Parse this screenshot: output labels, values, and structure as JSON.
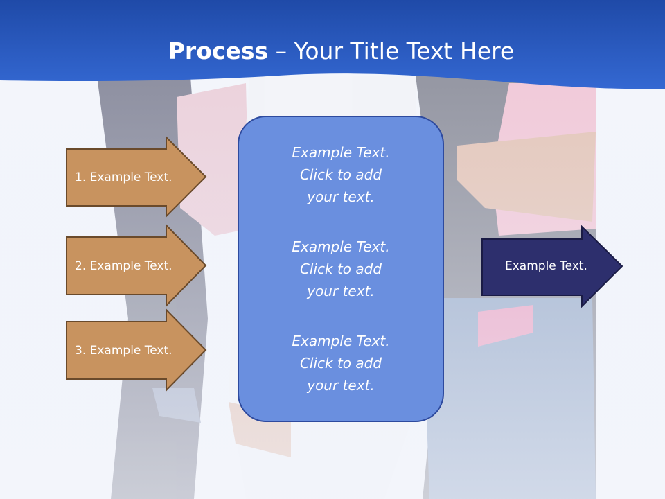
{
  "slide": {
    "title": {
      "bold": "Process",
      "rest": " – Your Title Text Here"
    },
    "left_arrows": [
      {
        "label": "1. Example Text."
      },
      {
        "label": "2. Example Text."
      },
      {
        "label": "3. Example Text."
      }
    ],
    "center_items": [
      {
        "text": "Example Text.\nClick  to add\nyour text."
      },
      {
        "text": "Example Text.\nClick  to add\nyour text."
      },
      {
        "text": "Example Text.\nClick  to add\nyour text."
      }
    ],
    "right_arrow": {
      "label": "Example Text."
    },
    "colors": {
      "header_blue": "#2a5cbf",
      "left_arrow_fill": "#c8935f",
      "left_arrow_border": "#6a4a2b",
      "center_box_fill": "#6a8fdf",
      "center_box_border": "#2e4a9e",
      "right_arrow_fill": "#2d2f6d"
    }
  }
}
